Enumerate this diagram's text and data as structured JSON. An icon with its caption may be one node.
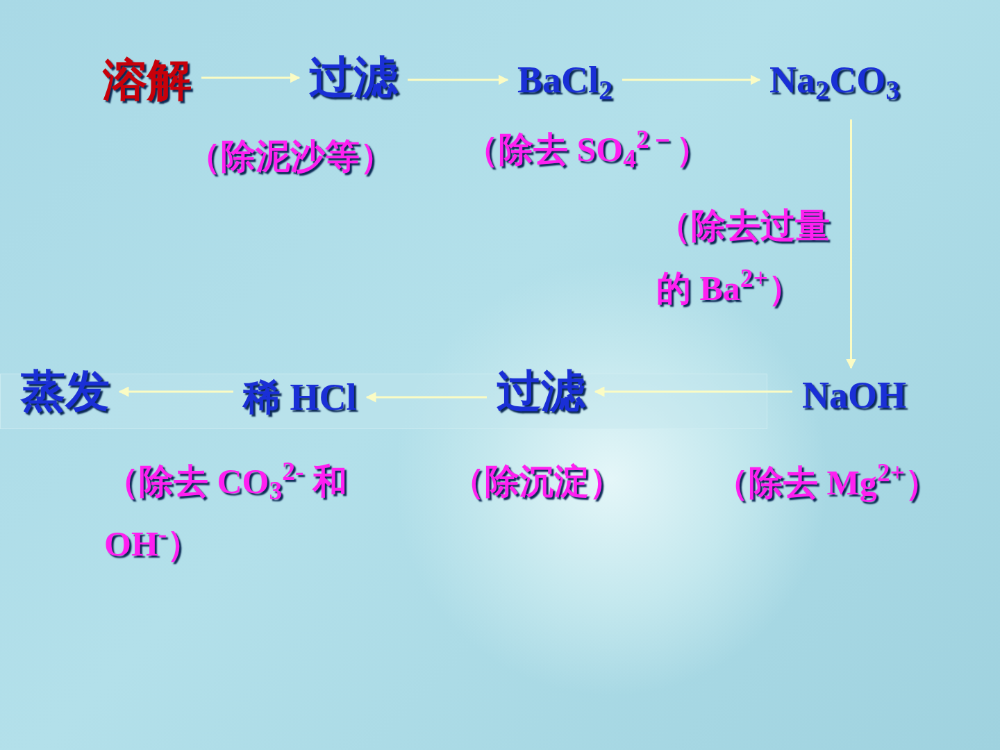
{
  "diagram": {
    "nodes": [
      {
        "text": [
          "溶解"
        ]
      },
      {
        "text": [
          "过滤"
        ],
        "beside": [
          "（除泥沙等）"
        ]
      },
      {
        "text": [
          "BaCl$_{2}$"
        ],
        "beside": [
          "（除去 SO$_{4}$$^{2－}$）"
        ]
      },
      {
        "text": [
          "Na$_{2}$CO$_{3}$"
        ],
        "beside": [
          "（除去过量的 Ba$^{2+}$）"
        ]
      },
      {
        "text": [
          "NaOH"
        ],
        "beside": [
          "（除去 Mg$^{2+}$）"
        ]
      },
      {
        "text": [
          "过滤"
        ],
        "beside": [
          "（除沉淀）"
        ]
      },
      {
        "text": [
          "稀 HCl"
        ],
        "beside": [
          "（除去 CO$_{3}$$^{2-}$ 和 OH$^{-}$）"
        ]
      },
      {
        "text": [
          "蒸发"
        ]
      }
    ],
    "edges": [
      {
        "from": 0,
        "to": 1,
        "arrow": "to"
      },
      {
        "from": 1,
        "to": 2,
        "arrow": "to"
      },
      {
        "from": 2,
        "to": 3,
        "arrow": "to"
      },
      {
        "from": 3,
        "to": 4,
        "arrow": "to"
      },
      {
        "from": 4,
        "to": 5,
        "arrow": "to"
      },
      {
        "from": 5,
        "to": 6,
        "arrow": "to"
      },
      {
        "from": 6,
        "to": 7,
        "arrow": "to"
      }
    ]
  }
}
